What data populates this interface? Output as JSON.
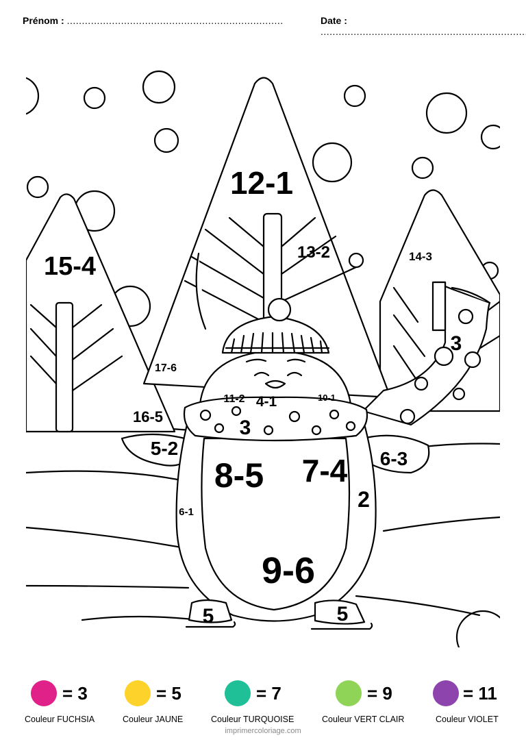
{
  "header": {
    "prenom_label": "Prénom :",
    "prenom_dots": "........................................................................",
    "date_label": "Date :",
    "date_dots": "......................................................................."
  },
  "puzzles": {
    "tree_center_top": "12-1",
    "tree_center_right": "13-2",
    "tree_left": "15-4",
    "tree_right": "14-3",
    "scarf_tail": "3",
    "bg_left_upper": "17-6",
    "bg_left_lower": "16-5",
    "face_left": "11-2",
    "face_center": "4-1",
    "face_right": "10-1",
    "hat_band": "3",
    "wing_left": "5-2",
    "wing_right": "6-3",
    "body_left": "8-5",
    "body_right": "7-4",
    "side_right": "2",
    "side_left": "6-1",
    "belly": "9-6",
    "foot_left": "5",
    "foot_right": "5"
  },
  "legend": [
    {
      "color": "#e0218a",
      "value": "= 3",
      "caption": "Couleur FUCHSIA"
    },
    {
      "color": "#fdd22b",
      "value": "= 5",
      "caption": "Couleur JAUNE"
    },
    {
      "color": "#1fbf97",
      "value": "= 7",
      "caption": "Couleur TURQUOISE"
    },
    {
      "color": "#8fd457",
      "value": "= 9",
      "caption": "Couleur VERT CLAIR"
    },
    {
      "color": "#8e44ad",
      "value": "= 11",
      "caption": "Couleur VIOLET"
    }
  ],
  "footer": "imprimercoloriage.com"
}
